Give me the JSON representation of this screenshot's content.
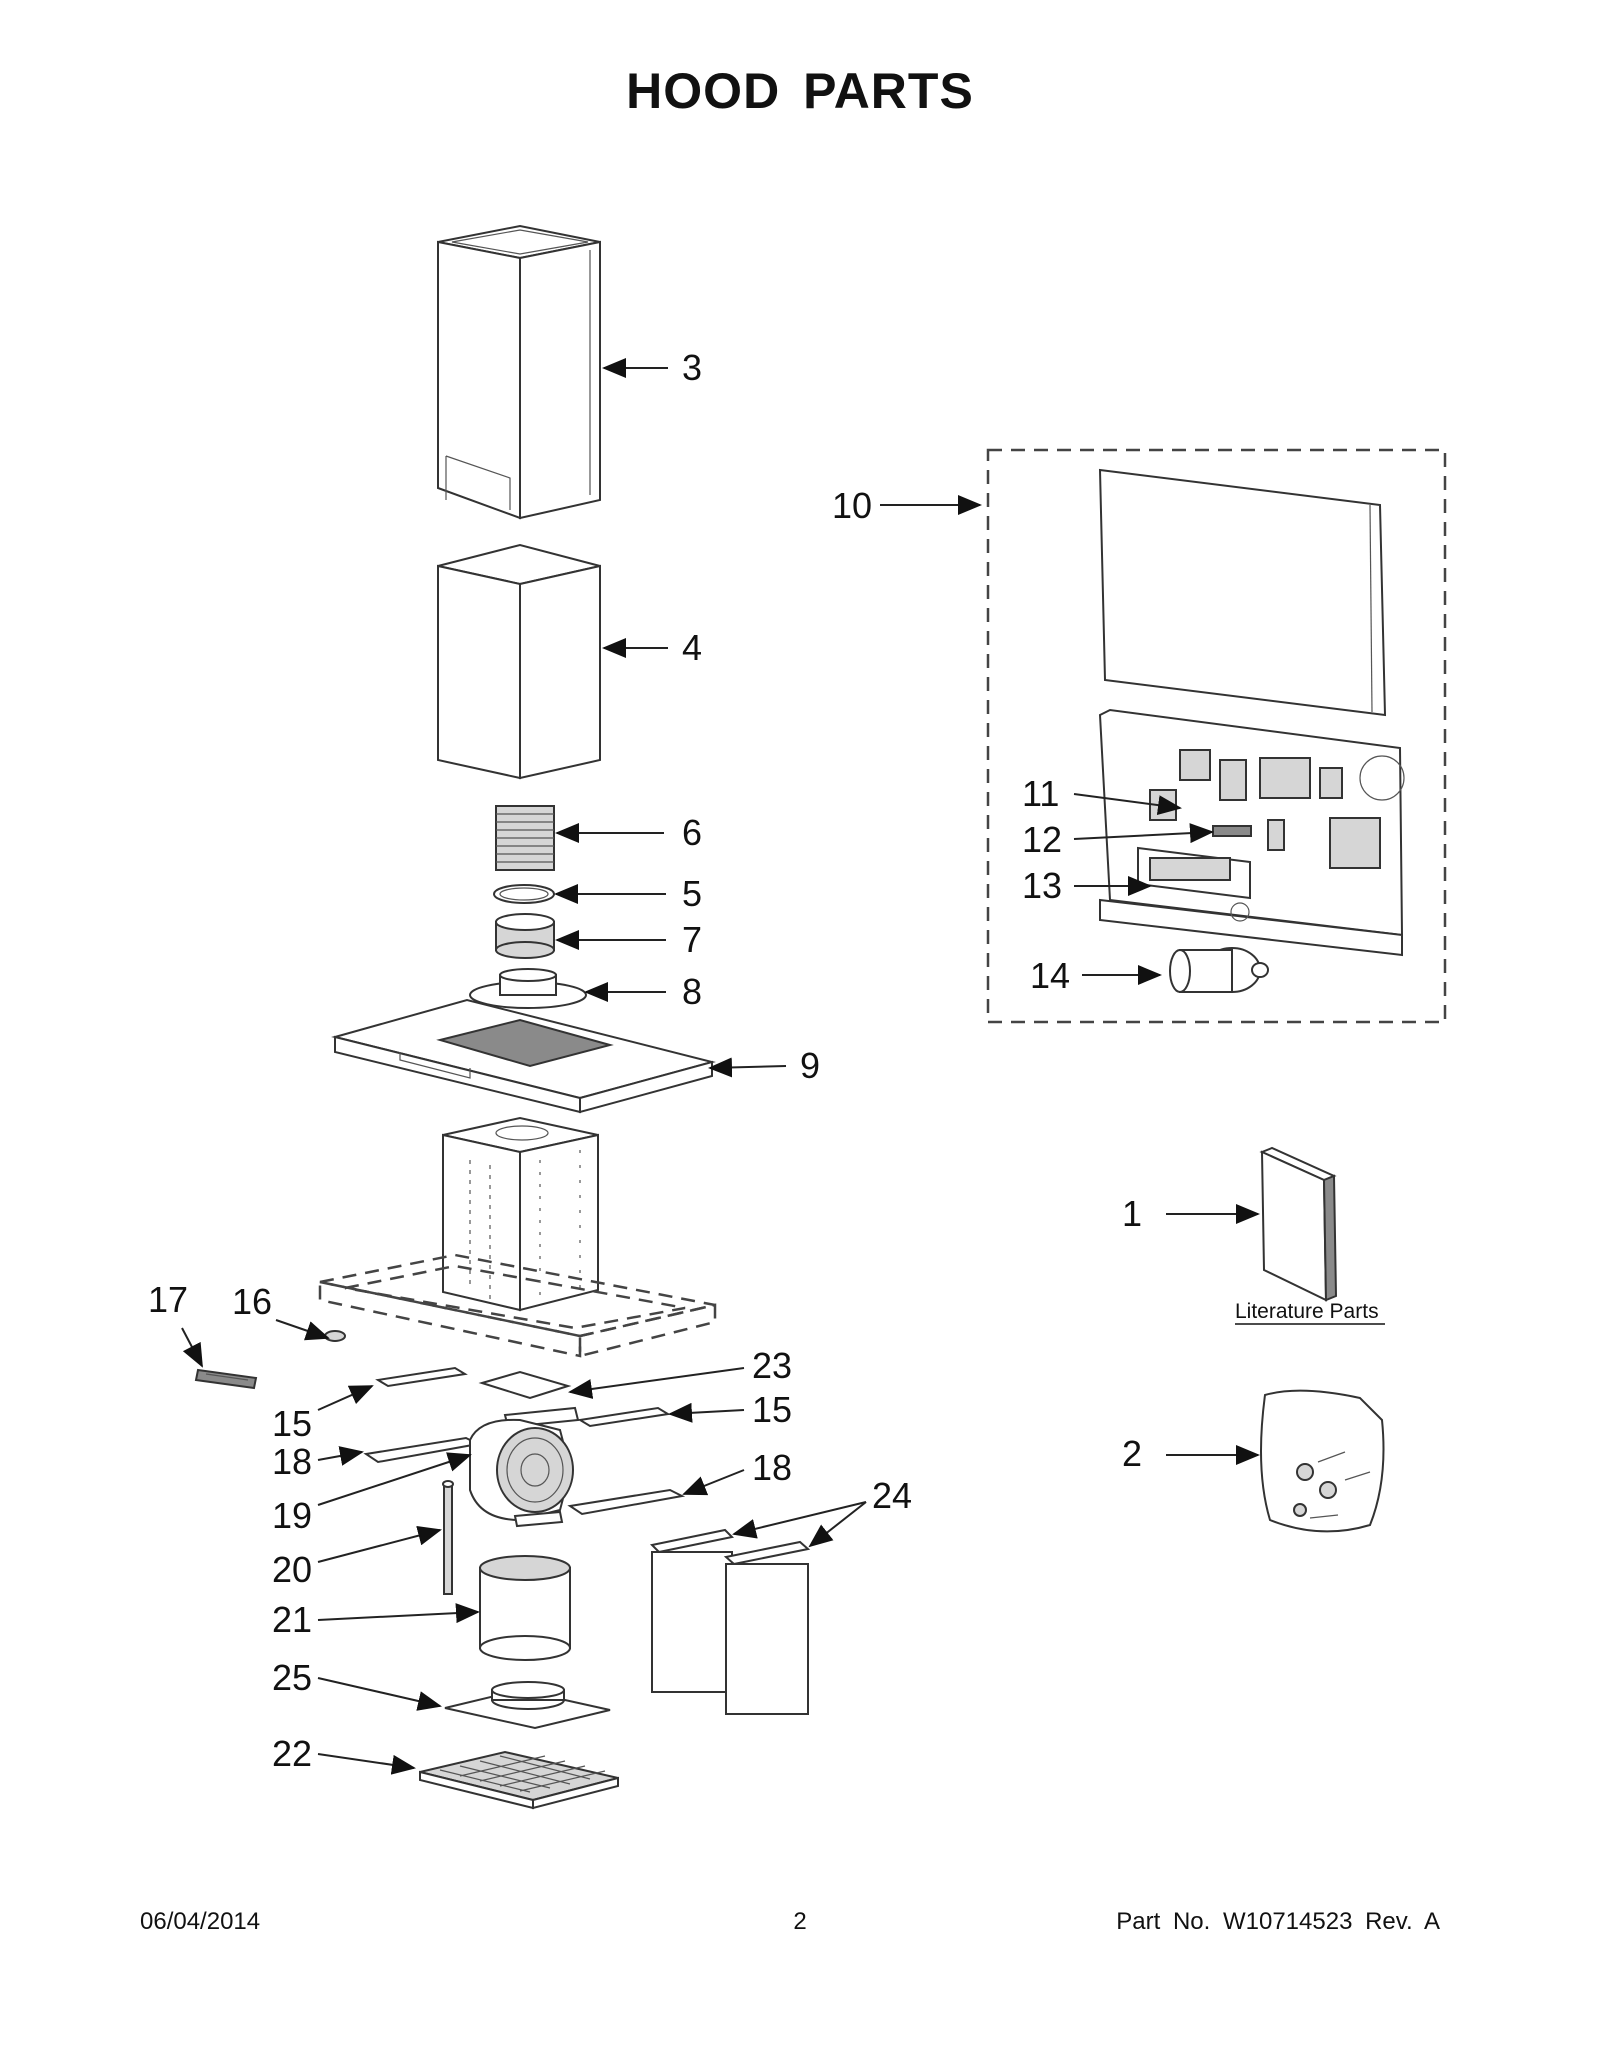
{
  "title": "HOOD PARTS",
  "callouts": [
    "3",
    "4",
    "6",
    "5",
    "7",
    "8",
    "9",
    "10",
    "11",
    "12",
    "13",
    "14",
    "1",
    "2",
    "17",
    "16",
    "23",
    "15",
    "15",
    "18",
    "18",
    "19",
    "24",
    "20",
    "21",
    "25",
    "22"
  ],
  "literature_label": "Literature Parts",
  "footer": {
    "date": "06/04/2014",
    "page": "2",
    "part_no": "Part No.  W10714523  Rev.  A"
  }
}
